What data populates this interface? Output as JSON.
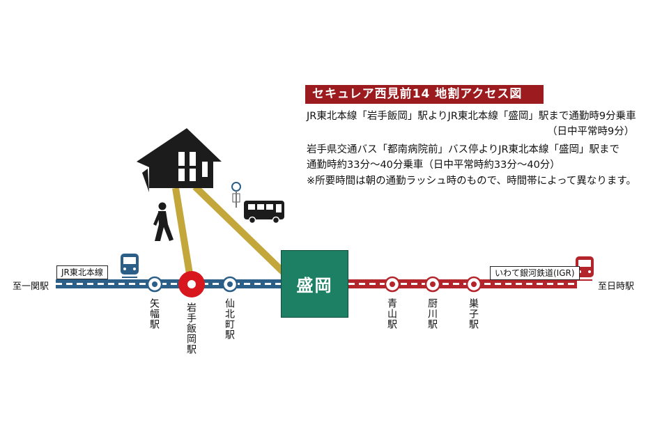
{
  "title": "セキュレア西見前14 地割アクセス図",
  "notes": [
    "JR東北本線「岩手飯岡」駅よりJR東北本線「盛岡」駅まで通勤時9分乗車",
    "（日中平常時9分）",
    "岩手県交通バス「都南病院前」バス停よりJR東北本線「盛岡」駅まで",
    "通勤時約33分～40分乗車（日中平常時約33分～40分）",
    "※所要時間は朝の通勤ラッシュ時のもので、時間帯によって異なります。"
  ],
  "hub": "盛岡",
  "lines": {
    "left_name": "JR東北本線",
    "right_name": "いわて銀河鉄道(IGR)",
    "left_destination": "至一関駅",
    "right_destination": "至日時駅"
  },
  "stations_left": [
    "矢幅駅",
    "岩手飯岡駅",
    "仙北町駅"
  ],
  "stations_right": [
    "青山駅",
    "厨川駅",
    "巣子駅"
  ],
  "colors": {
    "title_bg": "#9b1b1f",
    "jr_line": "#2b5f88",
    "igr_line": "#b3242b",
    "hub": "#1d8064",
    "highlight_station": "#d7161e",
    "route": "#c4a73a"
  },
  "icons": [
    "house-icon",
    "walking-person-icon",
    "bus-stop-icon",
    "bus-icon",
    "jr-train-icon",
    "igr-train-icon"
  ]
}
